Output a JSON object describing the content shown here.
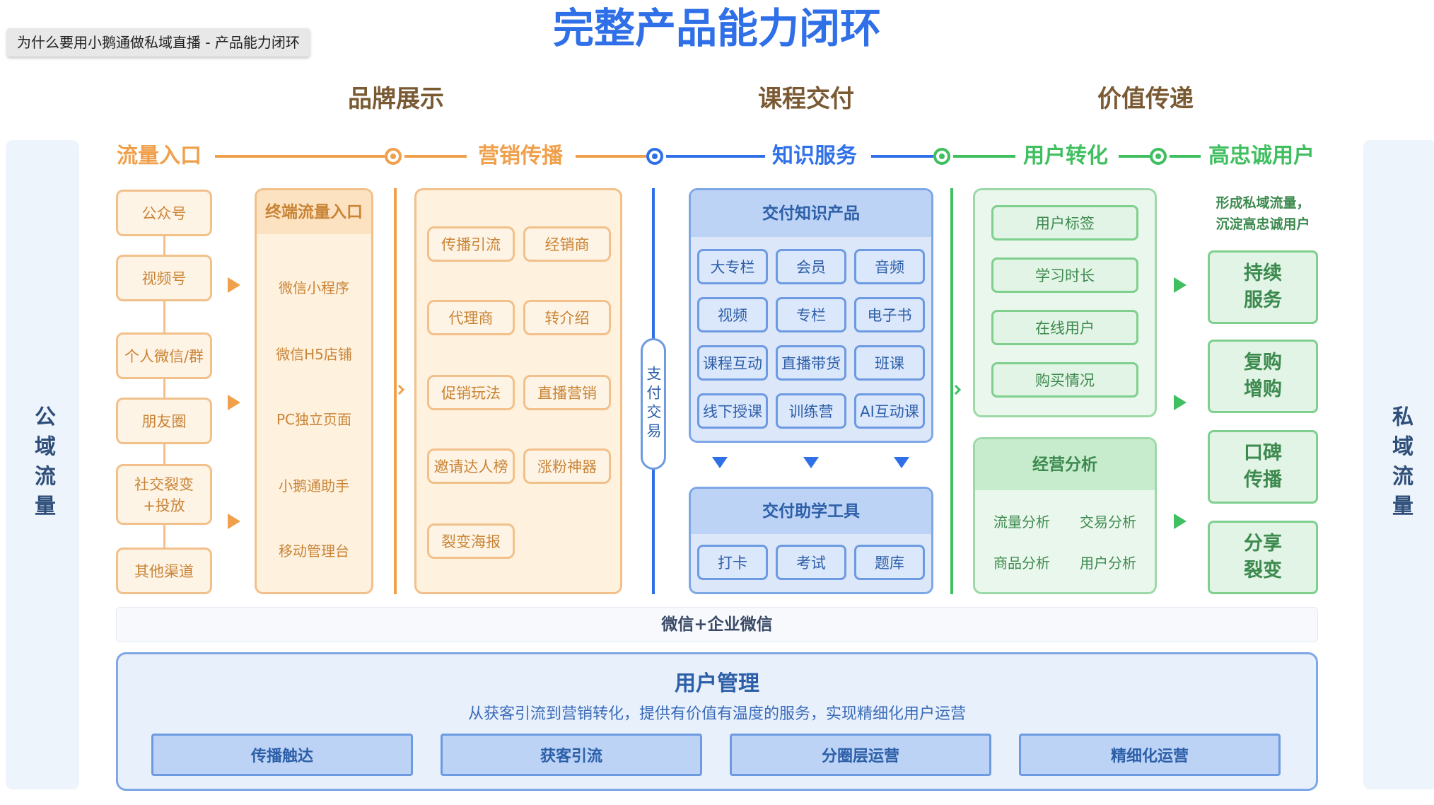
{
  "tooltip": "为什么要用小鹅通做私域直播 - 产品能力闭环",
  "title": "完整产品能力闭环",
  "sections": {
    "brand": "品牌展示",
    "course": "课程交付",
    "value": "价值传递"
  },
  "side": {
    "left": "公域流量",
    "right": "私域流量"
  },
  "flow": {
    "items": [
      "流量入口",
      "营销传播",
      "知识服务",
      "用户转化",
      "高忠诚用户"
    ]
  },
  "traffic_entries": [
    "公众号",
    "视频号",
    "个人微信/群",
    "朋友圈",
    "社交裂变+投放",
    "其他渠道"
  ],
  "terminal": {
    "head": "终端流量入口",
    "items": [
      "微信小程序",
      "微信H5店铺",
      "PC独立页面",
      "小鹅通助手",
      "移动管理台"
    ]
  },
  "marketing": [
    "传播引流",
    "经销商",
    "代理商",
    "转介绍",
    "促销玩法",
    "直播营销",
    "邀请达人榜",
    "涨粉神器",
    "裂变海报"
  ],
  "payment": "支付交易",
  "knowledge_products": {
    "head": "交付知识产品",
    "items": [
      "大专栏",
      "会员",
      "音频",
      "视频",
      "专栏",
      "电子书",
      "课程互动",
      "直播带货",
      "班课",
      "线下授课",
      "训练营",
      "AI互动课"
    ]
  },
  "learning_tools": {
    "head": "交付助学工具",
    "items": [
      "打卡",
      "考试",
      "题库"
    ]
  },
  "user_tags": [
    "用户标签",
    "学习时长",
    "在线用户",
    "购买情况"
  ],
  "business_analysis": {
    "head": "经营分析",
    "items": [
      "流量分析",
      "交易分析",
      "商品分析",
      "用户分析"
    ]
  },
  "loyal": {
    "note_line1": "形成私域流量，",
    "note_line2": "沉淀高忠诚用户",
    "items": [
      {
        "l1": "持续",
        "l2": "服务"
      },
      {
        "l1": "复购",
        "l2": "增购"
      },
      {
        "l1": "口碑",
        "l2": "传播"
      },
      {
        "l1": "分享",
        "l2": "裂变"
      }
    ]
  },
  "wechat_bar": "微信+企业微信",
  "user_management": {
    "title": "用户管理",
    "subtitle": "从获客引流到营销转化，提供有价值有温度的服务，实现精细化用户运营",
    "buttons": [
      "传播触达",
      "获客引流",
      "分圈层运营",
      "精细化运营"
    ]
  },
  "colors": {
    "orange": "#f0a04b",
    "blue": "#2f6fe8",
    "green": "#3fbf5f"
  }
}
